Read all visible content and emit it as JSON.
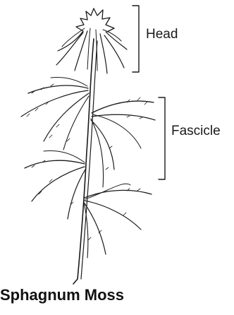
{
  "labels": {
    "head": "Head",
    "fascicle": "Fascicle"
  },
  "caption": "Sphagnum Moss",
  "colors": {
    "ink": "#1a1a1a",
    "background": "#ffffff"
  }
}
